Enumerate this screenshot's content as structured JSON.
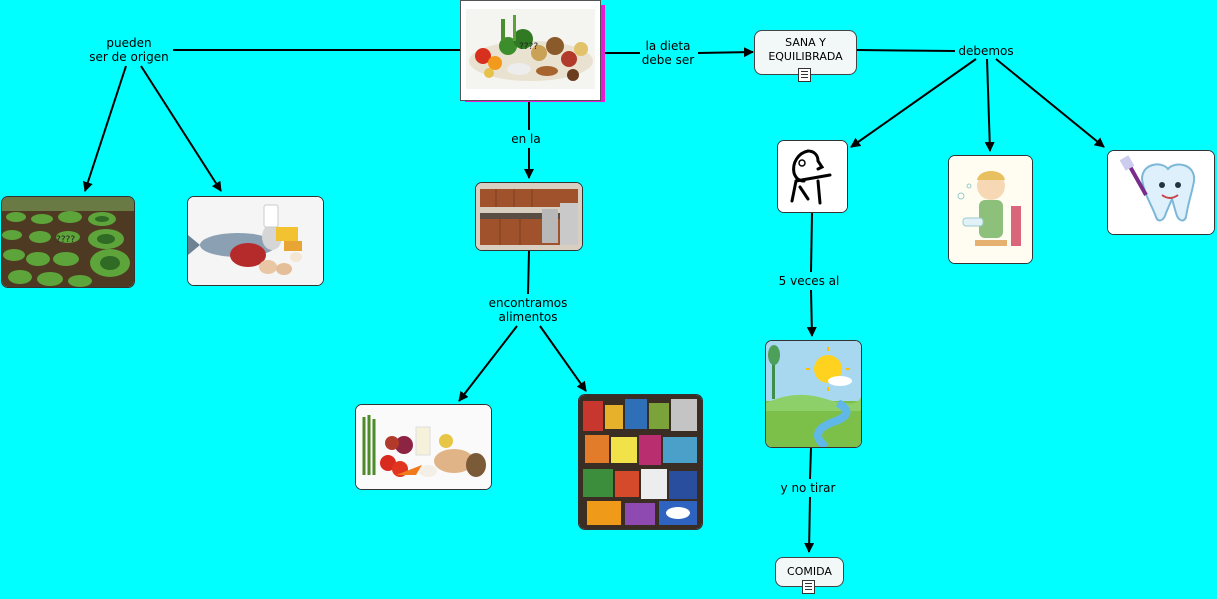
{
  "labels": {
    "pueden": [
      "pueden",
      "ser de origen"
    ],
    "la_dieta": [
      "la dieta",
      "debe ser"
    ],
    "en_la": "en la",
    "encontramos": [
      "encontramos",
      "alimentos"
    ],
    "debemos": "debemos",
    "cinco_veces": "5 veces al",
    "no_tirar": "y no tirar"
  },
  "nodes": {
    "sana": [
      "SANA Y",
      "EQUILIBRADA"
    ],
    "comida": "COMIDA"
  },
  "image_captions": {
    "hub": "????",
    "vegetables": "????"
  },
  "images": {
    "hub": "assorted-healthy-foods",
    "vegetables": "vegetable-crop-field",
    "animal": "fish-meat-cheese-eggs",
    "kitchen": "kitchen",
    "fresh_food": "fresh-food-assortment",
    "packaged": "packaged-supermarket-food",
    "eat_pictogram": "eating-pictogram",
    "wash_hands": "child-washing-hands",
    "tooth": "tooth-and-toothbrush",
    "day": "daytime-landscape"
  },
  "colors": {
    "background": "#00FFFF",
    "hub_shadow": "#E81CD6"
  }
}
